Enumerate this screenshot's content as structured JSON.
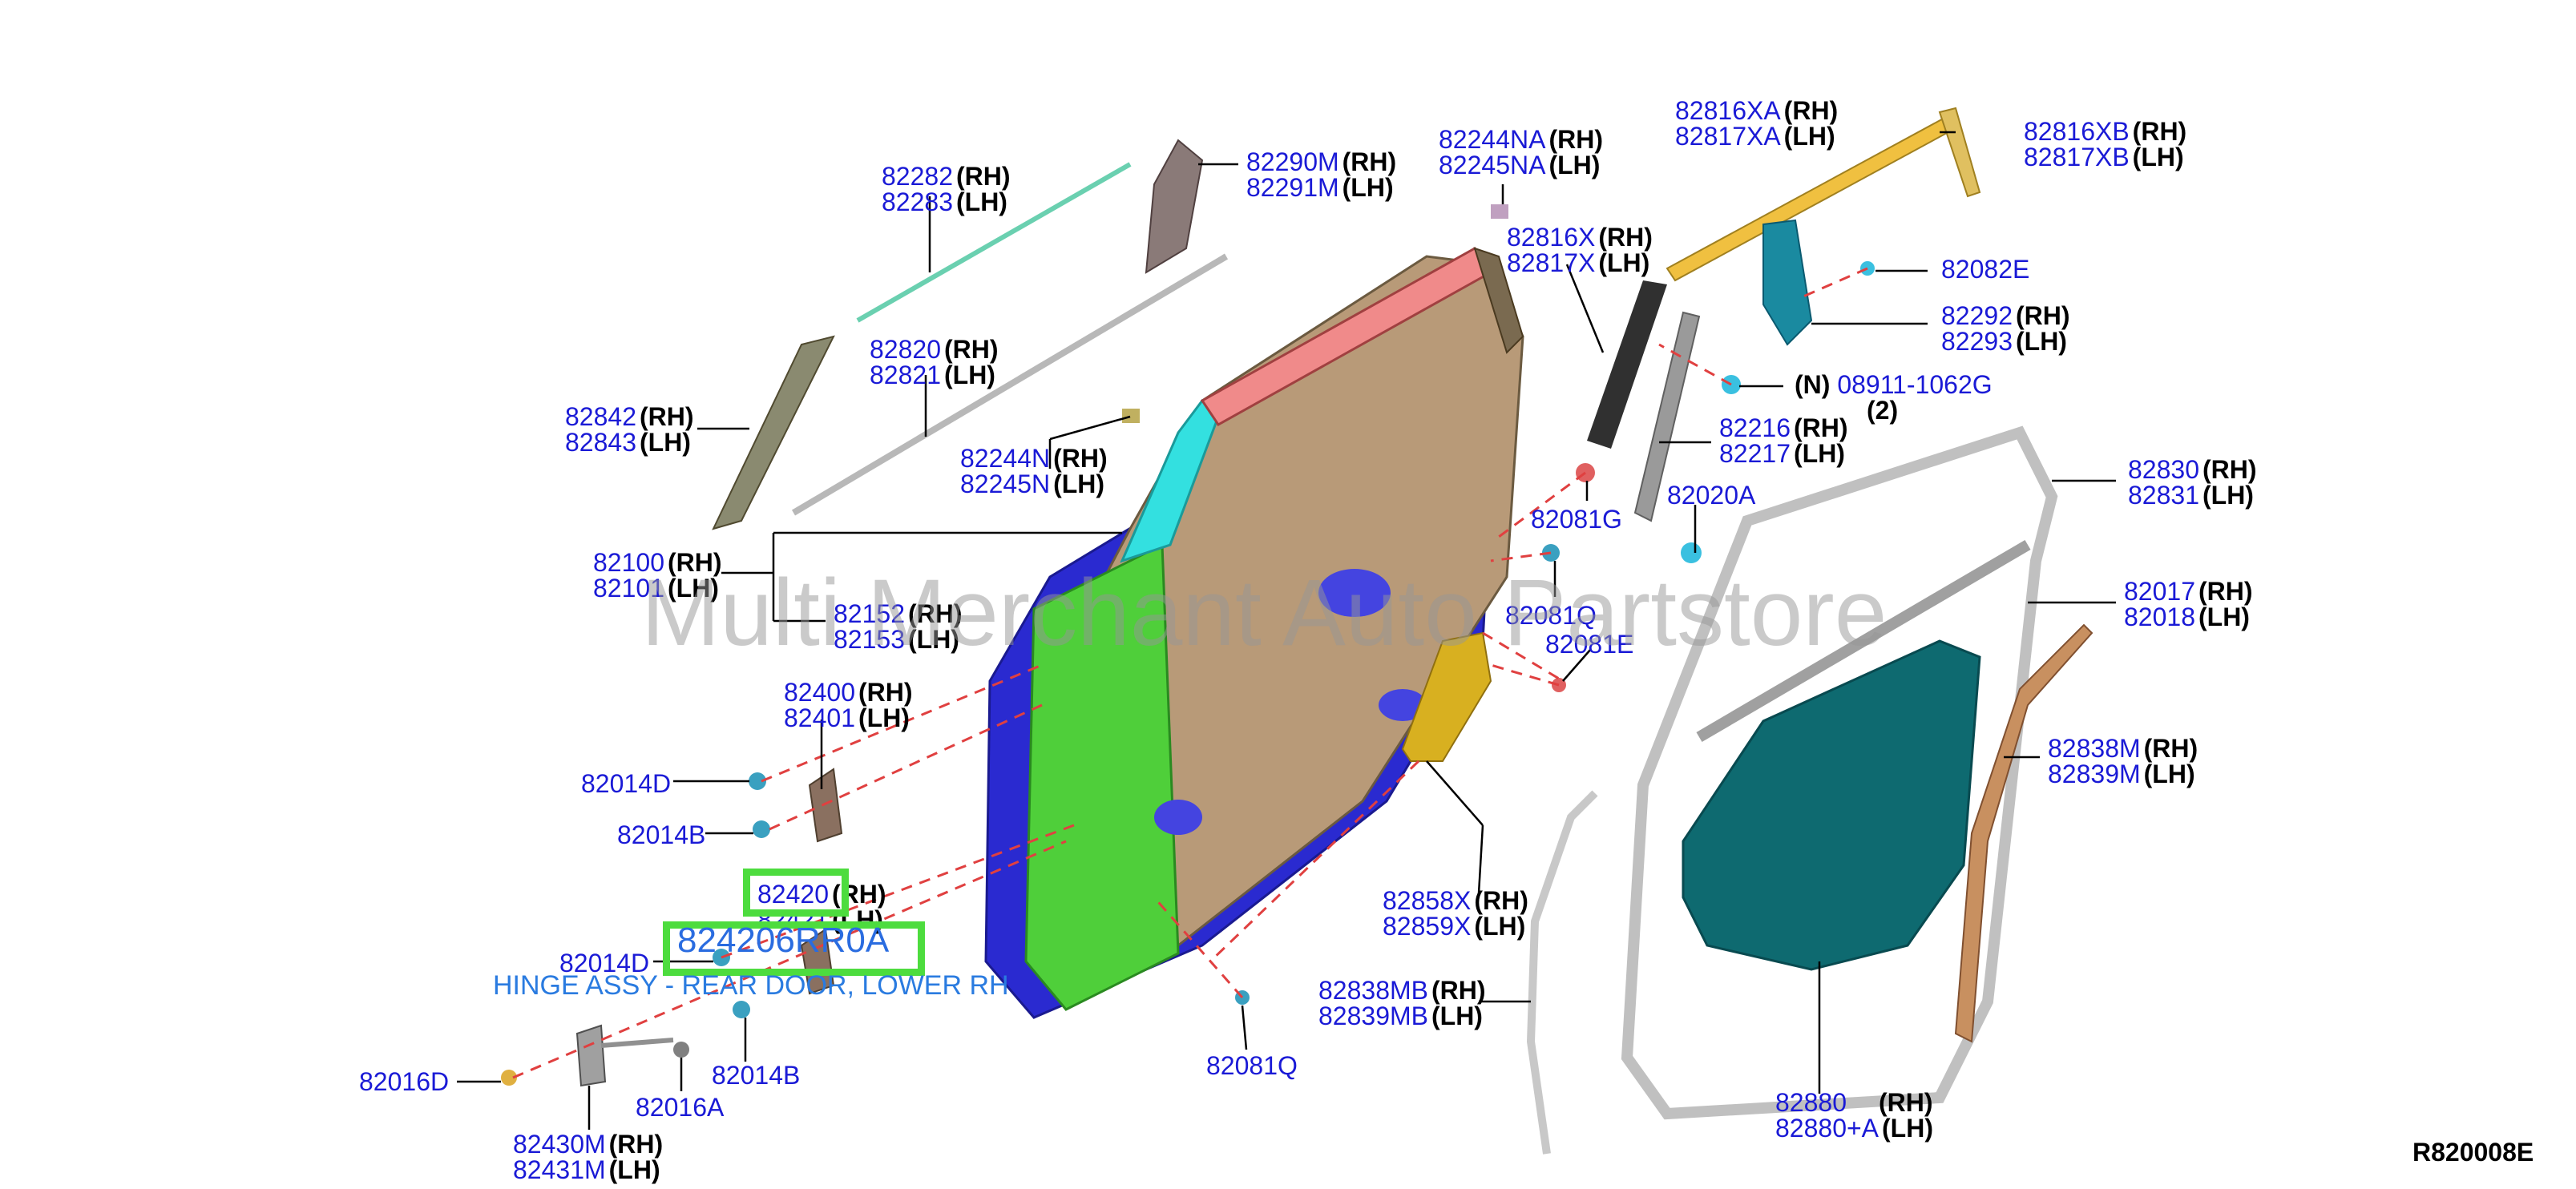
{
  "reference_code": "R820008E",
  "watermark": "Multi Merchant Auto Partstore",
  "highlight": {
    "part_number": "824206RR0A",
    "description": "HINGE ASSY - REAR DOOR, LOWER RH"
  },
  "labels": [
    {
      "key": "l82282",
      "num": "82282",
      "side": "(RH)"
    },
    {
      "key": "l82283",
      "num": "82283",
      "side": "(LH)"
    },
    {
      "key": "l82290M",
      "num": "82290M",
      "side": "(RH)"
    },
    {
      "key": "l82291M",
      "num": "82291M",
      "side": "(LH)"
    },
    {
      "key": "l82244NA",
      "num": "82244NA",
      "side": "(RH)"
    },
    {
      "key": "l82245NA",
      "num": "82245NA",
      "side": "(LH)"
    },
    {
      "key": "l82816XA",
      "num": "82816XA",
      "side": "(RH)"
    },
    {
      "key": "l82817XA",
      "num": "82817XA",
      "side": "(LH)"
    },
    {
      "key": "l82816XB",
      "num": "82816XB",
      "side": "(RH)"
    },
    {
      "key": "l82817XB",
      "num": "82817XB",
      "side": "(LH)"
    },
    {
      "key": "l82816X",
      "num": "82816X",
      "side": "(RH)"
    },
    {
      "key": "l82817X",
      "num": "82817X",
      "side": "(LH)"
    },
    {
      "key": "l82082E",
      "num": "82082E",
      "side": ""
    },
    {
      "key": "l82292",
      "num": "82292",
      "side": "(RH)"
    },
    {
      "key": "l82293",
      "num": "82293",
      "side": "(LH)"
    },
    {
      "key": "l82820",
      "num": "82820",
      "side": "(RH)"
    },
    {
      "key": "l82821",
      "num": "82821",
      "side": "(LH)"
    },
    {
      "key": "l08911",
      "num": "08911-1062G",
      "side": ""
    },
    {
      "key": "l82842",
      "num": "82842",
      "side": "(RH)"
    },
    {
      "key": "l82843",
      "num": "82843",
      "side": "(LH)"
    },
    {
      "key": "l82244N",
      "num": "82244N",
      "side": "(RH)"
    },
    {
      "key": "l82245N",
      "num": "82245N",
      "side": "(LH)"
    },
    {
      "key": "l82216",
      "num": "82216",
      "side": "(RH)"
    },
    {
      "key": "l82217",
      "num": "82217",
      "side": "(LH)"
    },
    {
      "key": "l82830",
      "num": "82830",
      "side": "(RH)"
    },
    {
      "key": "l82831",
      "num": "82831",
      "side": "(LH)"
    },
    {
      "key": "l82020A",
      "num": "82020A",
      "side": ""
    },
    {
      "key": "l82081G",
      "num": "82081G",
      "side": ""
    },
    {
      "key": "l82100",
      "num": "82100",
      "side": "(RH)"
    },
    {
      "key": "l82101",
      "num": "82101",
      "side": "(LH)"
    },
    {
      "key": "l82017",
      "num": "82017",
      "side": "(RH)"
    },
    {
      "key": "l82018",
      "num": "82018",
      "side": "(LH)"
    },
    {
      "key": "l82152",
      "num": "82152",
      "side": "(RH)"
    },
    {
      "key": "l82153",
      "num": "82153",
      "side": "(LH)"
    },
    {
      "key": "l82081Q1",
      "num": "82081Q",
      "side": ""
    },
    {
      "key": "l82081E",
      "num": "82081E",
      "side": ""
    },
    {
      "key": "l82400",
      "num": "82400",
      "side": "(RH)"
    },
    {
      "key": "l82401",
      "num": "82401",
      "side": "(LH)"
    },
    {
      "key": "l82838M",
      "num": "82838M",
      "side": "(RH)"
    },
    {
      "key": "l82839M",
      "num": "82839M",
      "side": "(LH)"
    },
    {
      "key": "l82014D1",
      "num": "82014D",
      "side": ""
    },
    {
      "key": "l82014B1",
      "num": "82014B",
      "side": ""
    },
    {
      "key": "l82420",
      "num": "82420",
      "side": "(RH)"
    },
    {
      "key": "l82421",
      "num": "82421",
      "side": "(LH)"
    },
    {
      "key": "l82858X",
      "num": "82858X",
      "side": "(RH)"
    },
    {
      "key": "l82859X",
      "num": "82859X",
      "side": "(LH)"
    },
    {
      "key": "l82014D2",
      "num": "82014D",
      "side": ""
    },
    {
      "key": "l82838MB",
      "num": "82838MB",
      "side": "(RH)"
    },
    {
      "key": "l82839MB",
      "num": "82839MB",
      "side": "(LH)"
    },
    {
      "key": "l82016D",
      "num": "82016D",
      "side": ""
    },
    {
      "key": "l82014B2",
      "num": "82014B",
      "side": ""
    },
    {
      "key": "l82081Q2",
      "num": "82081Q",
      "side": ""
    },
    {
      "key": "l82016A",
      "num": "82016A",
      "side": ""
    },
    {
      "key": "l82880",
      "num": "82880",
      "side": "(RH)"
    },
    {
      "key": "l82880A",
      "num": "82880+A",
      "side": "(LH)"
    },
    {
      "key": "l82430M",
      "num": "82430M",
      "side": "(RH)"
    },
    {
      "key": "l82431M",
      "num": "82431M",
      "side": "(LH)"
    }
  ],
  "qty_note": "(N)",
  "qty_count": "(2)"
}
